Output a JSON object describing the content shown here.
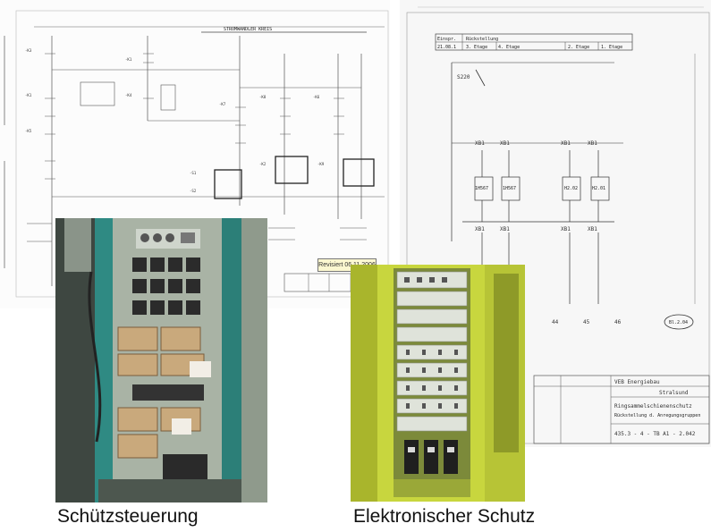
{
  "schematic_left": {
    "type": "circuit-diagram-scan",
    "stamp_label": "Revisiert 06.11.2006"
  },
  "schematic_right": {
    "type": "circuit-diagram-scan",
    "header": {
      "col1": "Einspr.",
      "col2": "Rückstellung",
      "row1": "21.08.1",
      "row2a": "3. Etage",
      "row2b": "4. Etage",
      "row2c": "2. Etage",
      "row2d": "1. Etage"
    },
    "switch_label": "S220",
    "relay_labels": [
      "XB1",
      "XB1",
      "XB1",
      "XB1"
    ],
    "coil_labels": [
      "1H567",
      "1H567",
      "H2.02",
      "H2.01"
    ],
    "page_ref": "Bl.2.04",
    "title_block": {
      "company": "VEB Energiebau",
      "place": "Stralsund",
      "title": "Ringsammelschienenschutz",
      "subtitle": "Rückstellung d. Anregungsgruppen",
      "drawing_no": "435.3 - 4 - TB A1 - 2.042"
    },
    "column_numbers": [
      "44",
      "45",
      "46"
    ]
  },
  "photo_left": {
    "subject": "relay-cabinet"
  },
  "photo_right": {
    "subject": "electronic-protection-cabinet"
  },
  "captions": {
    "left": "Schützsteuerung",
    "right": "Elektronischer Schutz"
  }
}
